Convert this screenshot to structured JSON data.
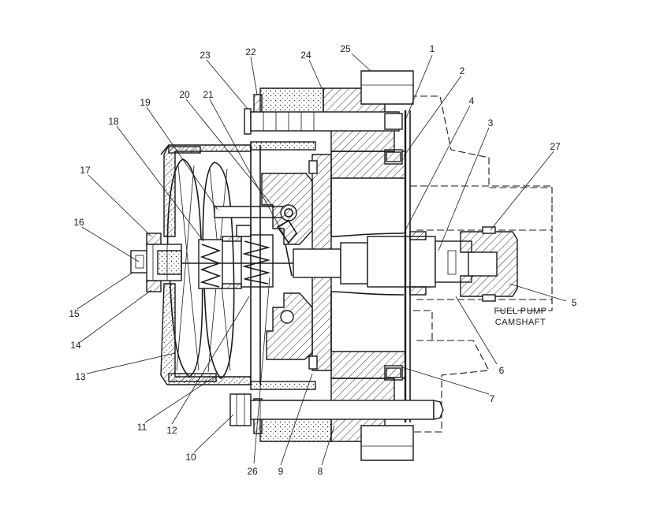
{
  "figure": {
    "callouts": [
      "1",
      "2",
      "3",
      "4",
      "5",
      "6",
      "7",
      "8",
      "9",
      "10",
      "11",
      "12",
      "13",
      "14",
      "15",
      "16",
      "17",
      "18",
      "19",
      "20",
      "21",
      "22",
      "23",
      "24",
      "25",
      "26",
      "27"
    ],
    "label_lines": [
      "FUEL PUMP",
      "CAMSHAFT"
    ]
  }
}
